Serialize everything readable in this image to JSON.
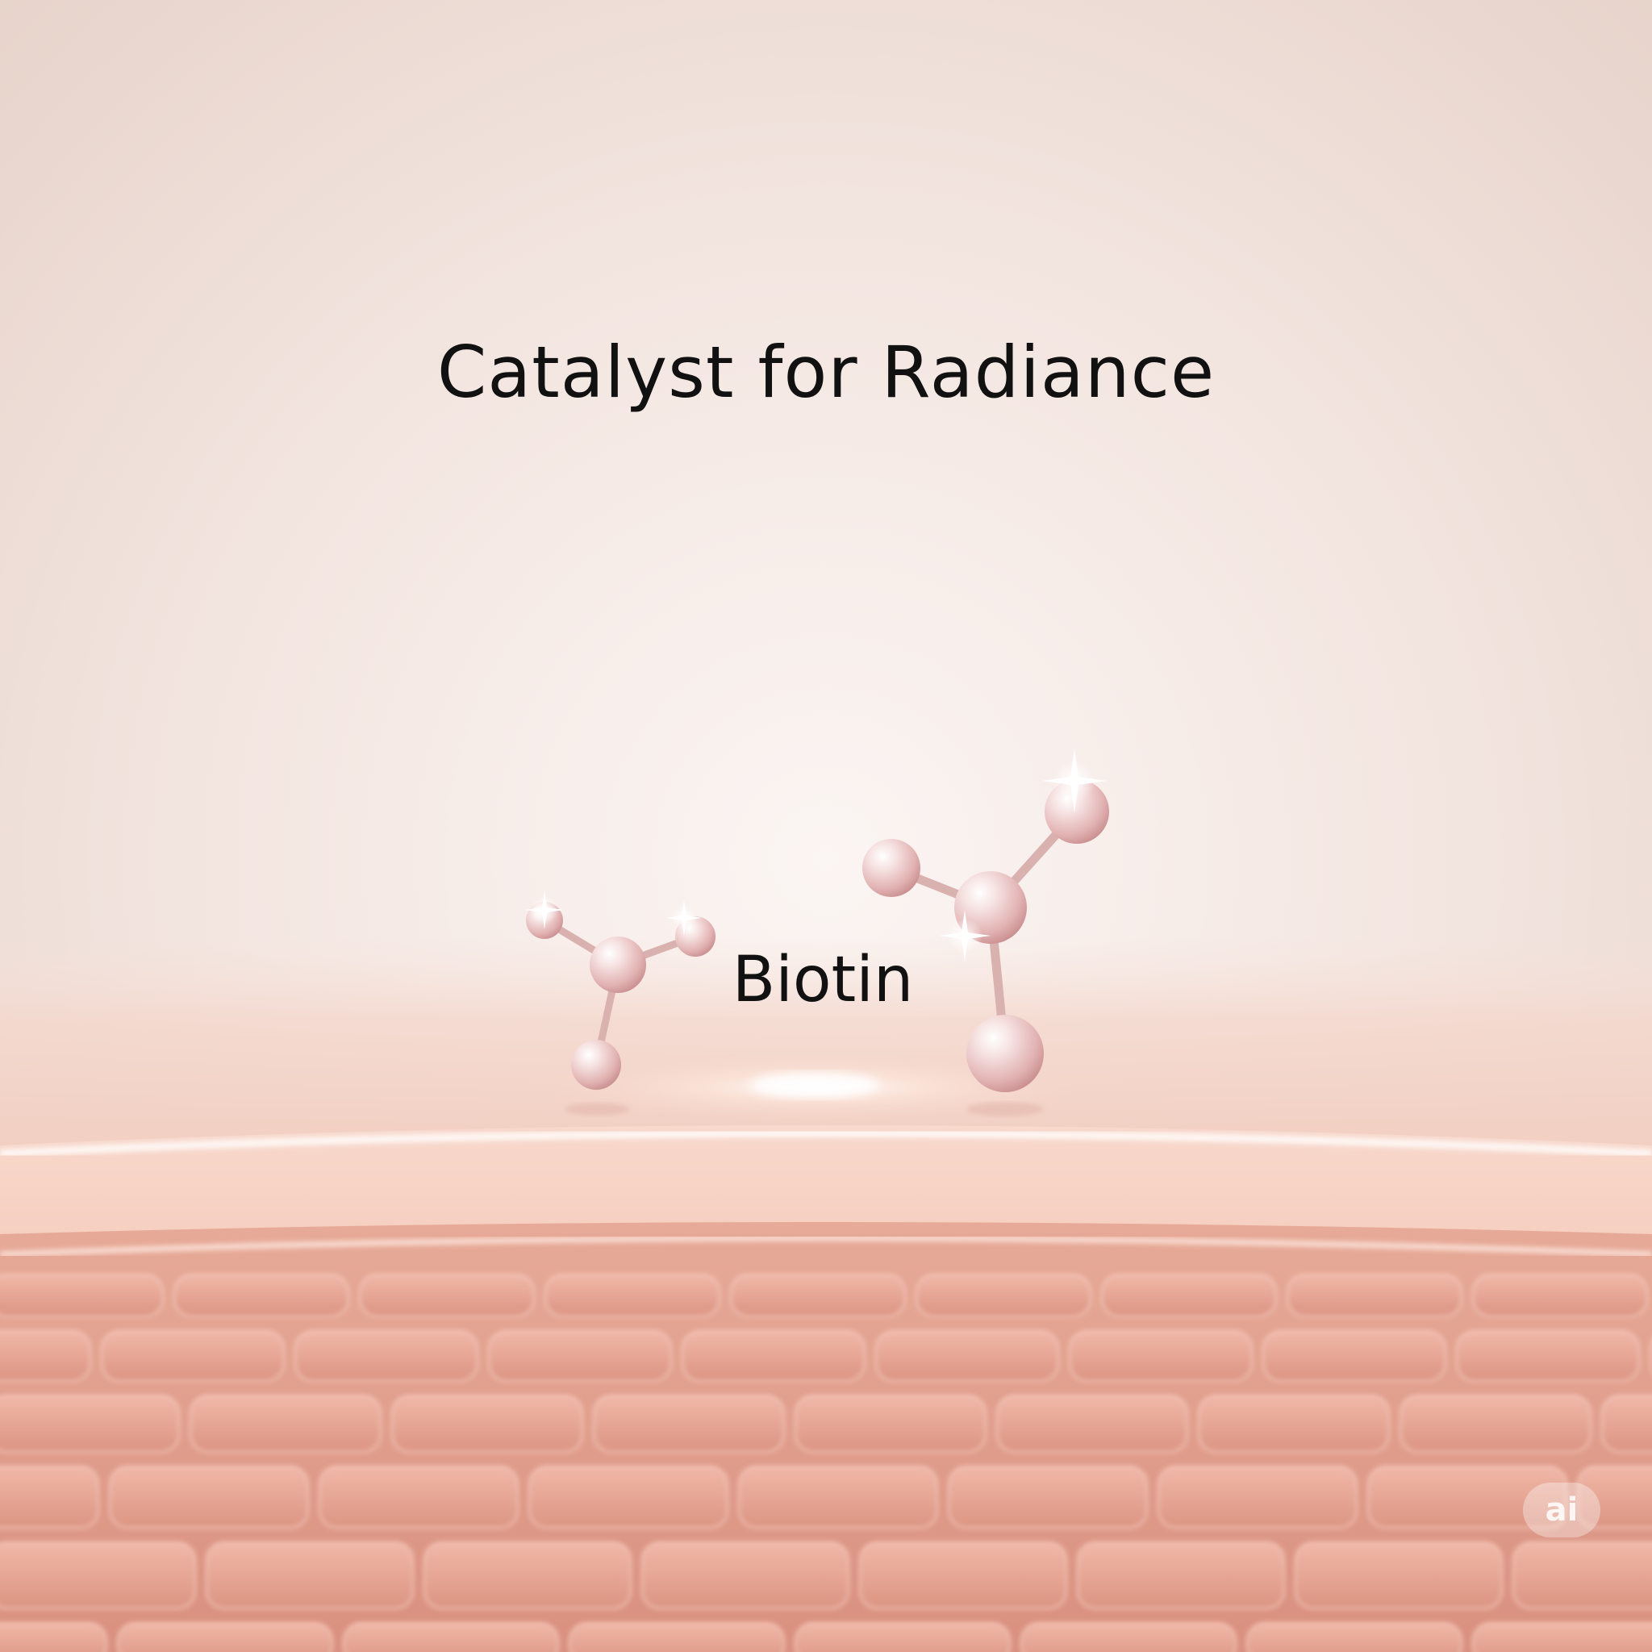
{
  "headline": "Catalyst for Radiance",
  "label": "Biotin",
  "badge": {
    "text": "ai"
  },
  "colors": {
    "background_top": "#ecdcd4",
    "background_center": "#f7eeeb",
    "skin_surface": "#f3c6b4",
    "skin_cells": "#dd9a8a",
    "molecule": "#e8c3c0",
    "text": "#111111"
  },
  "icons": [
    "molecule-small",
    "molecule-large",
    "sparkle"
  ]
}
